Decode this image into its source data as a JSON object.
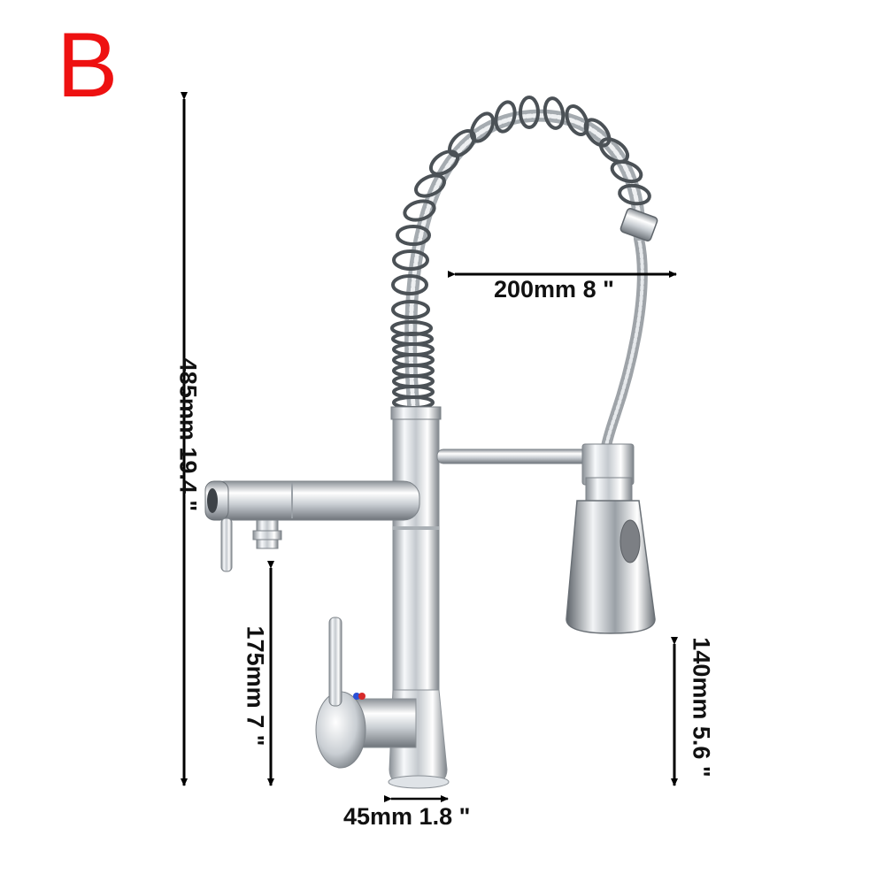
{
  "variant_letter": "B",
  "colors": {
    "variant_letter": "#ee1111",
    "dimension_lines": "#000000",
    "chrome_light": "#f4f6f8",
    "chrome_dark": "#6d7278",
    "rubber_button": "#7c7f84"
  },
  "dimensions": {
    "overall_height": "485mm 19.4 \"",
    "spring_width": "200mm 8 \"",
    "spout_clearance": "175mm 7 \"",
    "spray_head_height": "140mm 5.6 \"",
    "base_diameter": "45mm 1.8 \""
  },
  "product": {
    "name_icon": "chrome-pull-down-kitchen-faucet"
  }
}
